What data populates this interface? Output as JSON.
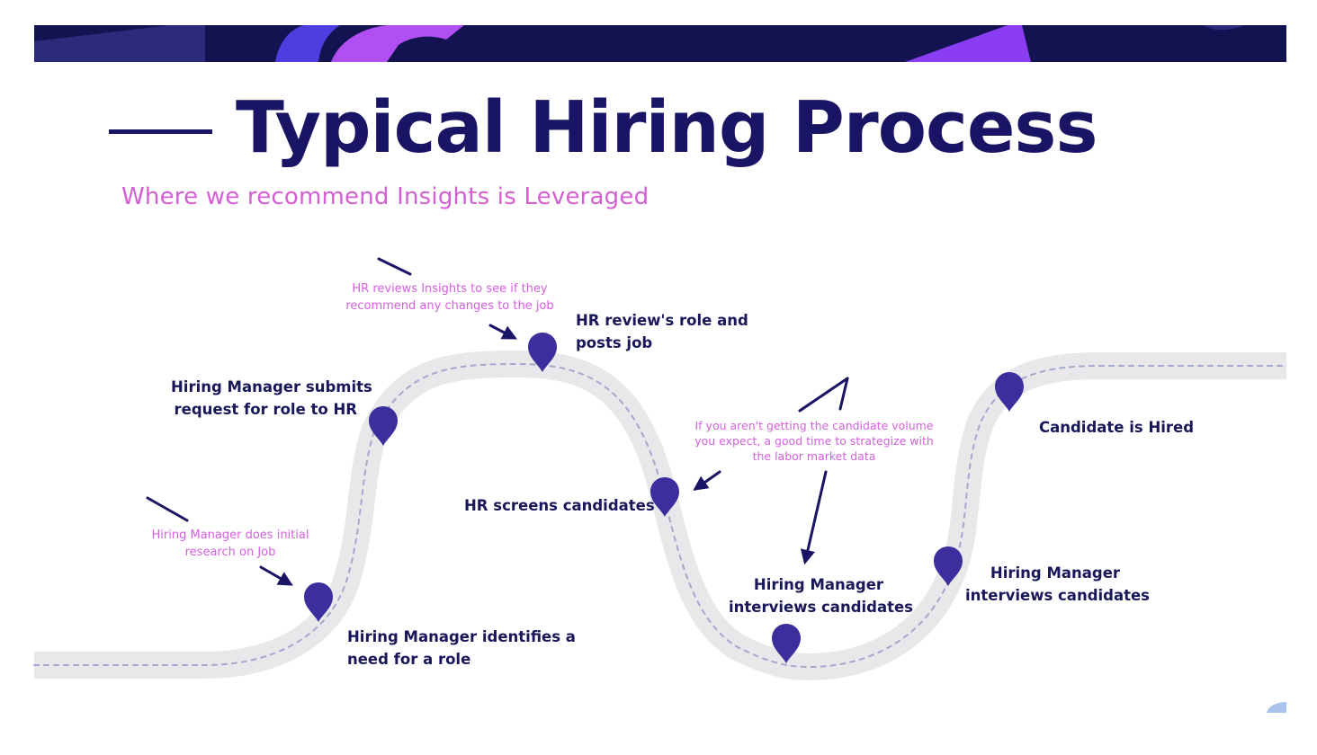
{
  "slide": {
    "title": "Typical Hiring Process",
    "subtitle": "Where we recommend Insights is Leveraged"
  },
  "steps": {
    "identifies_need": [
      "Hiring Manager identifies a",
      "need for a role"
    ],
    "submits_request": [
      "Hiring Manager submits",
      "request for role to HR"
    ],
    "reviews_role": [
      "HR review's role and",
      "posts job"
    ],
    "screens": [
      "HR screens candidates"
    ],
    "interviews_1": [
      "Hiring Manager",
      "interviews candidates"
    ],
    "interviews_2": [
      "Hiring Manager",
      "interviews candidates"
    ],
    "hired": [
      "Candidate is Hired"
    ]
  },
  "notes": {
    "initial_research": [
      "Hiring Manager does initial",
      "research on Job"
    ],
    "hr_insights": [
      "HR reviews Insights to see if they",
      "recommend any changes to the job"
    ],
    "labor_market": [
      "If you aren't getting the candidate volume",
      "you expect, a good time to strategize with",
      "the labor market data"
    ]
  },
  "colors": {
    "navy": "#1a1464",
    "step_text": "#17175a",
    "accent_pink": "#d45ed4",
    "road": "#e8e8eb",
    "road_dash": "#a3a8cc",
    "pin": "#3b2f9e",
    "banner_purple": "#8a3df2",
    "banner_blue": "#4f3de0"
  },
  "icons": {
    "pin": "map-pin-icon",
    "arrow": "arrow-icon"
  }
}
